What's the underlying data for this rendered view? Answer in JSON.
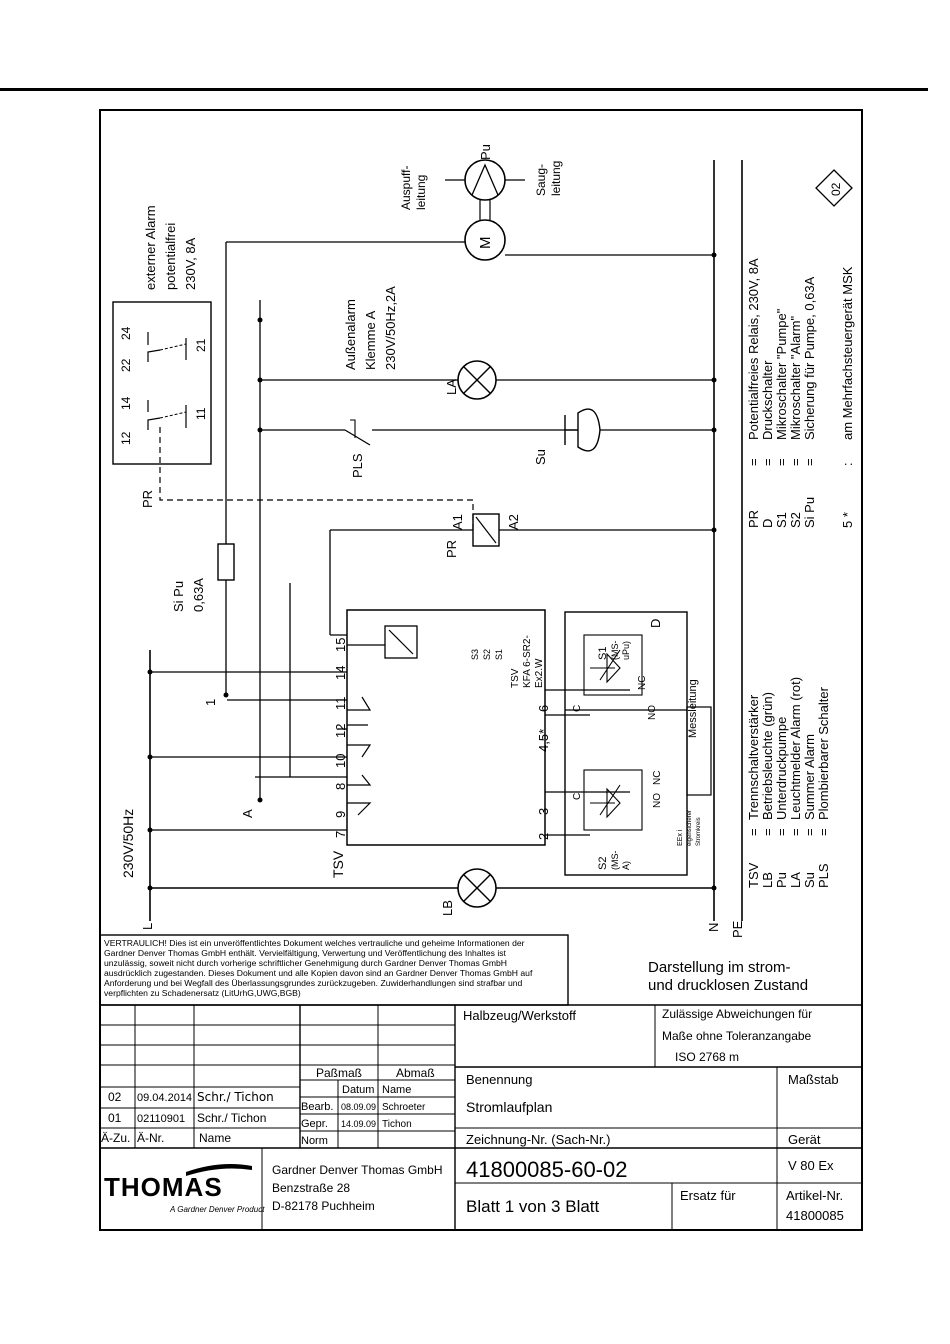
{
  "diagram": {
    "line_labels": {
      "L": "L",
      "N": "N",
      "PE": "PE"
    },
    "supply": "230V/50Hz",
    "tsv": {
      "label": "TSV",
      "terminals": [
        "7",
        "8",
        "9",
        "10",
        "11",
        "12",
        "14",
        "15"
      ],
      "lower_terminals": [
        "2",
        "3",
        "4,5*",
        "6"
      ],
      "module_text": [
        "TSV",
        "KFA 6-SR2-",
        "Ex2.W"
      ],
      "channel_codes": [
        "S3",
        "S2",
        "S1"
      ]
    },
    "labels": {
      "A": "A",
      "one": "1",
      "LB": "LB",
      "LA": "LA",
      "Su": "Su",
      "PLS": "PLS",
      "PR": "PR",
      "PR_dashed": "PR",
      "A1": "A1",
      "A2": "A2",
      "M": "M",
      "Pu": "Pu",
      "D": "D",
      "C1": "C",
      "C2": "C",
      "NO1": "NO",
      "NC1": "NC",
      "NO2": "NO",
      "NC2": "NC"
    },
    "fuse": {
      "name": "Si Pu",
      "value": "0,63A"
    },
    "relay_contacts": [
      "12",
      "14",
      "11",
      "22",
      "24",
      "21"
    ],
    "external_alarm": [
      "externer Alarm",
      "potentialfrei",
      "230V, 8A"
    ],
    "outer_alarm": [
      "Außenalarm",
      "Klemme A",
      "230V/50Hz,2A"
    ],
    "exhaust": [
      "Auspuff-",
      "leitung"
    ],
    "suction": [
      "Saug-",
      "leitung"
    ],
    "sw1": [
      "S1",
      "(MS-",
      "uPu)"
    ],
    "sw2": [
      "S2",
      "(MS-",
      "A)"
    ],
    "eex": [
      "EEx i",
      "eigensicherer",
      "Stromkreis"
    ],
    "messleitung": "Messleitung",
    "revision_badge": "02",
    "legend_right": [
      {
        "code": "PR",
        "eq": "=",
        "desc": "Potentialfreies Relais, 230V, 8A"
      },
      {
        "code": "D",
        "eq": "=",
        "desc": "Druckschalter"
      },
      {
        "code": "S1",
        "eq": "=",
        "desc": "Mikroschalter \"Pumpe\""
      },
      {
        "code": "S2",
        "eq": "=",
        "desc": "Mikroschalter \"Alarm\""
      },
      {
        "code": "Si Pu",
        "eq": "=",
        "desc": "Sicherung für Pumpe, 0,63A"
      },
      {
        "code": "5 *",
        "eq": ":",
        "desc": "am Mehrfachsteuergerät MSK"
      }
    ],
    "legend_left": [
      {
        "code": "TSV",
        "eq": "=",
        "desc": "Trennschaltverstärker"
      },
      {
        "code": "LB",
        "eq": "=",
        "desc": "Betriebsleuchte (grün)"
      },
      {
        "code": "Pu",
        "eq": "=",
        "desc": "Unterdruckpumpe"
      },
      {
        "code": "LA",
        "eq": "=",
        "desc": "Leuchtmelder Alarm (rot)"
      },
      {
        "code": "Su",
        "eq": "=",
        "desc": "Summer Alarm"
      },
      {
        "code": "PLS",
        "eq": "=",
        "desc": "Plombierbarer Schalter"
      }
    ]
  },
  "confidential": [
    "VERTRAULICH! Dies ist ein unveröffentlichtes Dokument welches vertrauliche und geheime Informationen der",
    "Gardner Denver Thomas GmbH enthält. Vervielfältigung, Verwertung und Veröffentlichung des Inhaltes ist",
    "unzulässig, soweit nicht durch vorherige schriftlicher Genehmigung durch Gardner Denver Thomas GmbH",
    "ausdrücklich zugestanden. Dieses Dokument und alle Kopien davon sind an Gardner Denver Thomas GmbH auf",
    "Anforderung und bei Wegfall des Überlassungsgrundes zurückzugeben. Zuwiderhandlungen sind strafbar und",
    "verpflichten zu Schadenersatz (LitUrhG,UWG,BGB)"
  ],
  "state_note": [
    "Darstellung im strom-",
    "und drucklosen Zustand"
  ],
  "title_block": {
    "halbzeug_label": "Halbzeug/Werkstoff",
    "tolerance": [
      "Zulässige Abweichungen für",
      "Maße ohne Toleranzangabe",
      "ISO 2768 m"
    ],
    "passmass": "Paßmaß",
    "abmass": "Abmaß",
    "datum": "Datum",
    "name": "Name",
    "bearb": "Bearb.",
    "bearb_date": "08.09.09",
    "bearb_name": "Schroeter",
    "gepr": "Gepr.",
    "gepr_date": "14.09.09",
    "gepr_name": "Tichon",
    "norm": "Norm",
    "revisions": [
      {
        "idx": "02",
        "nr": "09.04.2014",
        "name": "Schr./ Tichon"
      },
      {
        "idx": "01",
        "nr": "02110901",
        "name": "Schr./ Tichon"
      }
    ],
    "rev_headers": {
      "idx": "Ä-Zu.",
      "nr": "Ä-Nr.",
      "name": "Name"
    },
    "benennung_label": "Benennung",
    "benennung": "Stromlaufplan",
    "massstab_label": "Maßstab",
    "zeichnung_label": "Zeichnung-Nr. (Sach-Nr.)",
    "zeichnung_nr": "41800085-60-02",
    "geraet_label": "Gerät",
    "geraet": "V 80 Ex",
    "blatt": "Blatt 1 von 3 Blatt",
    "ersatz_label": "Ersatz für",
    "artikel_label": "Artikel-Nr.",
    "artikel": "41800085",
    "company": [
      "Gardner Denver Thomas GmbH",
      "Benzstraße 28",
      "D-82178 Puchheim"
    ],
    "logo": "THOMAS",
    "logo_sub": "A Gardner Denver Product"
  }
}
